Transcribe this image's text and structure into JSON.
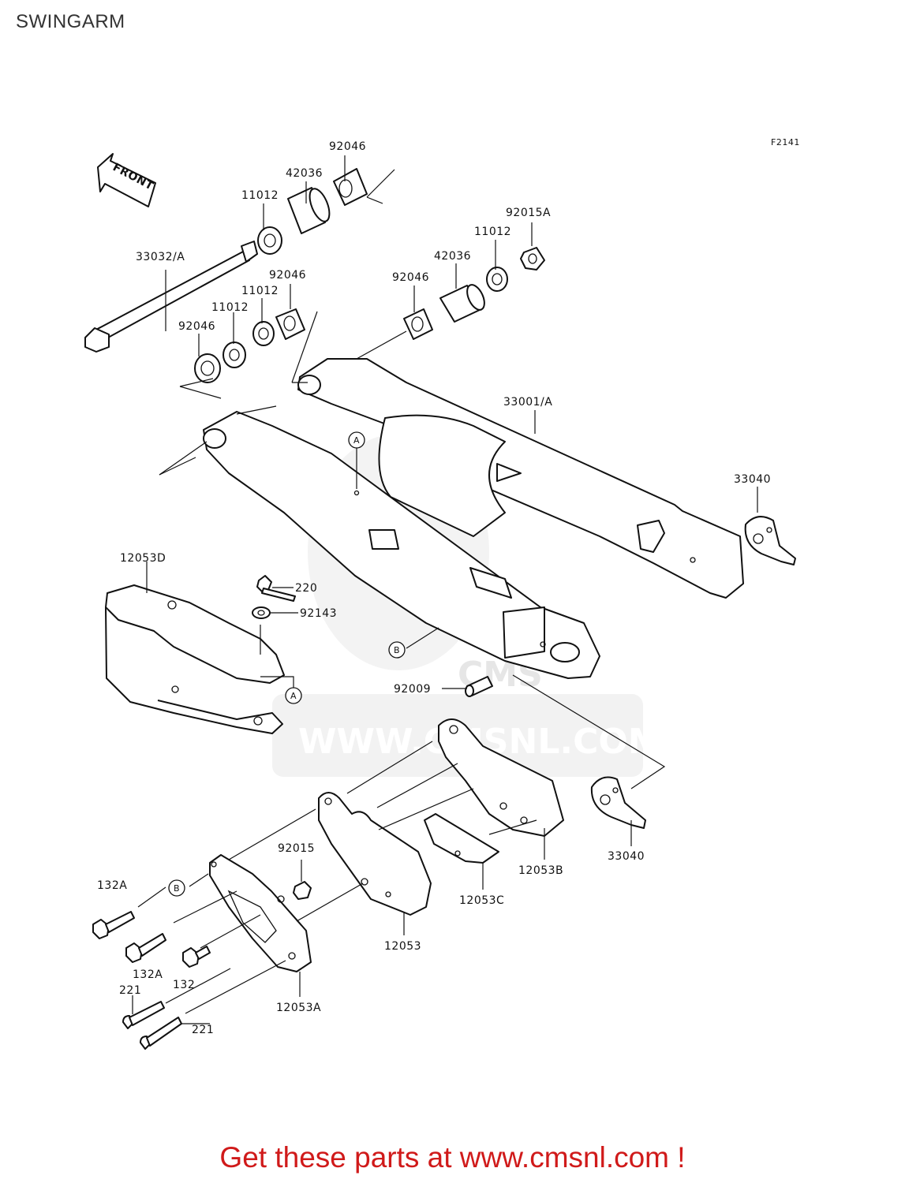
{
  "page": {
    "title": "SWINGARM",
    "figure_code": "F2141",
    "front_label": "FRONT",
    "footer": "Get these parts at www.cmsnl.com !"
  },
  "watermark": {
    "logo_text": "CMS",
    "url_text": "WWW.CMSNL.COM"
  },
  "parts": {
    "p92046_top": "92046",
    "p42036_top": "42036",
    "p11012_top": "11012",
    "p33032": "33032/A",
    "p92046_mid": "92046",
    "p11012_mid": "11012",
    "p11012_low": "11012",
    "p92046_low": "92046",
    "p92015A": "92015A",
    "p11012_right": "11012",
    "p42036_right": "42036",
    "p92046_right": "92046",
    "p33001": "33001/A",
    "p33040_top": "33040",
    "p12053D": "12053D",
    "p220": "220",
    "p92143": "92143",
    "p92009": "92009",
    "p33040_bottom": "33040",
    "p12053B": "12053B",
    "p12053C": "12053C",
    "p92015": "92015",
    "p12053": "12053",
    "p132A_1": "132A",
    "p132A_2": "132A",
    "p132": "132",
    "p221_1": "221",
    "p221_2": "221",
    "p12053A": "12053A"
  },
  "references": {
    "ref_a_swingarm": "A",
    "ref_a_guide": "A",
    "ref_b_swingarm": "B",
    "ref_b_bolt": "B"
  }
}
